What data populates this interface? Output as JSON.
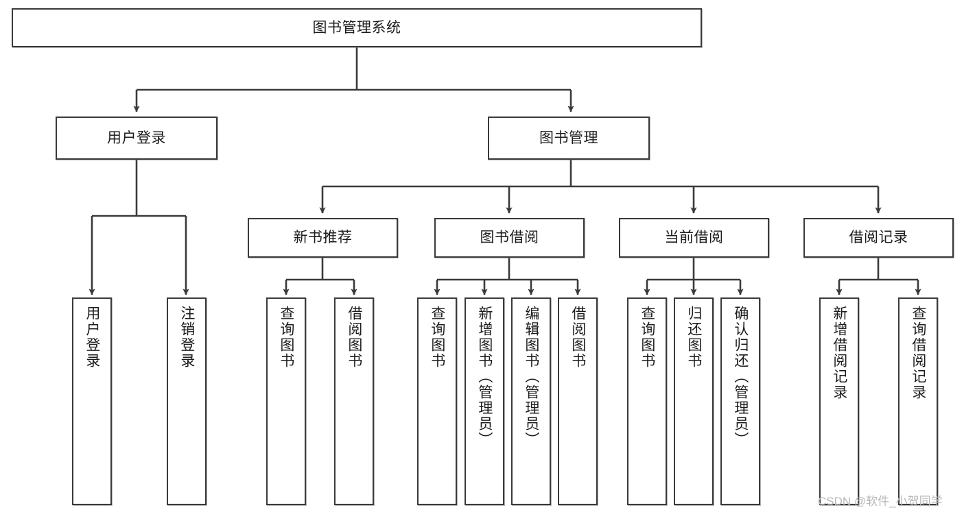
{
  "diagram": {
    "type": "tree",
    "title": "图书管理系统",
    "orientation": "top-down",
    "colors": {
      "box_border": "#3a3a3a",
      "box_fill": "#ffffff",
      "edge": "#3a3a3a",
      "text": "#1c1c1c",
      "watermark": "#b8b8b8",
      "background": "#ffffff"
    },
    "root": {
      "id": "root",
      "label": "图书管理系统"
    },
    "level2": [
      {
        "id": "n-user-login",
        "label": "用户登录"
      },
      {
        "id": "n-book-manage",
        "label": "图书管理"
      }
    ],
    "level3": [
      {
        "id": "n-new-book-rec",
        "label": "新书推荐",
        "parent": "n-book-manage"
      },
      {
        "id": "n-book-borrow",
        "label": "图书借阅",
        "parent": "n-book-manage"
      },
      {
        "id": "n-current-borrow",
        "label": "当前借阅",
        "parent": "n-book-manage"
      },
      {
        "id": "n-borrow-record",
        "label": "借阅记录",
        "parent": "n-book-manage"
      }
    ],
    "leaves": [
      {
        "id": "leaf-user-login",
        "label": "用户登录",
        "parent": "n-user-login"
      },
      {
        "id": "leaf-logout-login",
        "label": "注销登录",
        "parent": "n-user-login"
      },
      {
        "id": "leaf-query-book-1",
        "label": "查询图书",
        "parent": "n-new-book-rec"
      },
      {
        "id": "leaf-borrow-book-1",
        "label": "借阅图书",
        "parent": "n-new-book-rec"
      },
      {
        "id": "leaf-query-book-2",
        "label": "查询图书",
        "parent": "n-book-borrow"
      },
      {
        "id": "leaf-add-book",
        "label": "新增图书（管理员）",
        "parent": "n-book-borrow"
      },
      {
        "id": "leaf-edit-book",
        "label": "编辑图书（管理员）",
        "parent": "n-book-borrow"
      },
      {
        "id": "leaf-borrow-book-2",
        "label": "借阅图书",
        "parent": "n-book-borrow"
      },
      {
        "id": "leaf-query-book-3",
        "label": "查询图书",
        "parent": "n-current-borrow"
      },
      {
        "id": "leaf-return-book",
        "label": "归还图书",
        "parent": "n-current-borrow"
      },
      {
        "id": "leaf-confirm-return",
        "label": "确认归还（管理员）",
        "parent": "n-current-borrow"
      },
      {
        "id": "leaf-add-record",
        "label": "新增借阅记录",
        "parent": "n-borrow-record"
      },
      {
        "id": "leaf-query-record",
        "label": "查询借阅记录",
        "parent": "n-borrow-record"
      }
    ],
    "watermark": "CSDN @软件_小贺同学"
  }
}
